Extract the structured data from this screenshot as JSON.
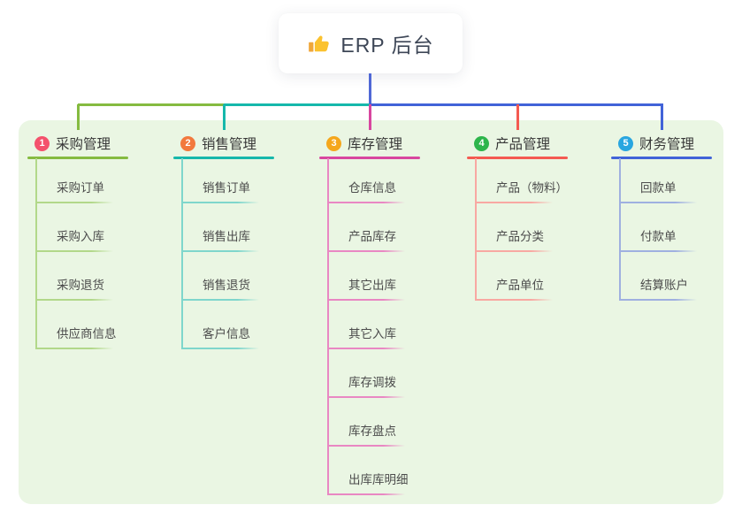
{
  "root": {
    "icon": "thumbs-up",
    "label": "ERP 后台"
  },
  "colors": {
    "panel_background": "#eaf6e3",
    "root_line": "#5068d6",
    "root_text": "#3e4757",
    "header_text": "#383838",
    "leaf_text": "#4c4c4c"
  },
  "branches": [
    {
      "badge_number": "1",
      "badge_color": "#f4516c",
      "line_color": "#85bb40",
      "light_line_color": "#b2d88a",
      "label": "采购管理",
      "items": [
        "采购订单",
        "采购入库",
        "采购退货",
        "供应商信息"
      ]
    },
    {
      "badge_number": "2",
      "badge_color": "#f2793d",
      "line_color": "#16b8ab",
      "light_line_color": "#7fd6cc",
      "label": "销售管理",
      "items": [
        "销售订单",
        "销售出库",
        "销售退货",
        "客户信息"
      ]
    },
    {
      "badge_number": "3",
      "badge_color": "#f5a71c",
      "line_color": "#d8469f",
      "light_line_color": "#e987c3",
      "label": "库存管理",
      "items": [
        "仓库信息",
        "产品库存",
        "其它出库",
        "其它入库",
        "库存调拨",
        "库存盘点",
        "出库库明细"
      ]
    },
    {
      "badge_number": "4",
      "badge_color": "#2db54b",
      "line_color": "#f45a51",
      "light_line_color": "#f8a8a2",
      "label": "产品管理",
      "items": [
        "产品（物料）",
        "产品分类",
        "产品单位"
      ]
    },
    {
      "badge_number": "5",
      "badge_color": "#29a6e0",
      "line_color": "#4163d8",
      "light_line_color": "#9fb0e0",
      "label": "财务管理",
      "items": [
        "回款单",
        "付款单",
        "结算账户"
      ]
    }
  ]
}
